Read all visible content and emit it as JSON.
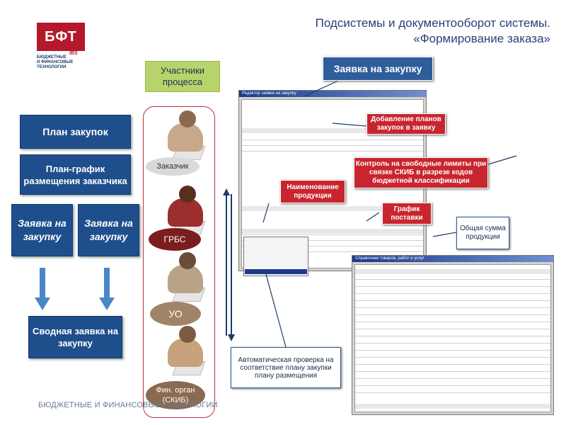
{
  "logo": {
    "mark": "БФТ",
    "sub": "IBS",
    "text": [
      "БЮДЖЕТНЫЕ",
      "И ФИНАНСОВЫЕ",
      "ТЕХНОЛОГИИ"
    ]
  },
  "title": {
    "line1": "Подсистемы и документооборот системы.",
    "line2": "«Формирование заказа»"
  },
  "footer": "БЮДЖЕТНЫЕ И ФИНАНСОВЫЕ ТЕХНОЛОГИИ",
  "left_flow": {
    "plan": "План закупок",
    "grafik": "План-график размещения заказчика",
    "zayavka1": "Заявка на закупку",
    "zayavka2": "Заявка на закупку",
    "summary": "Сводная заявка на закупку"
  },
  "participants": {
    "header": "Участники процесса",
    "customer": "Заказчик",
    "grbs": "ГРБС",
    "uo": "УО",
    "fin": "Фин. орган (СКИБ)"
  },
  "callouts": {
    "zayavka": "Заявка на закупку",
    "add_plans": "Добавление планов закупок в заявку",
    "limits": "Контроль на свободные лимиты при связке СКИБ в разрезе кодов бюджетной классификации",
    "product_name": "Наименование продукции",
    "schedule": "График поставки",
    "total": "Общая сумма продукции",
    "auto_check": "Автоматическая проверка на соответствие плану закупки плану размещения"
  },
  "windows": {
    "main_title": "Редактор заявки на закупку",
    "dir_title": "Справочник товаров, работ и услуг"
  },
  "colors": {
    "brand_red": "#b5182b",
    "navy": "#1f4e8c",
    "callout_red": "#c8252e",
    "participant_green": "#b7d36b"
  }
}
